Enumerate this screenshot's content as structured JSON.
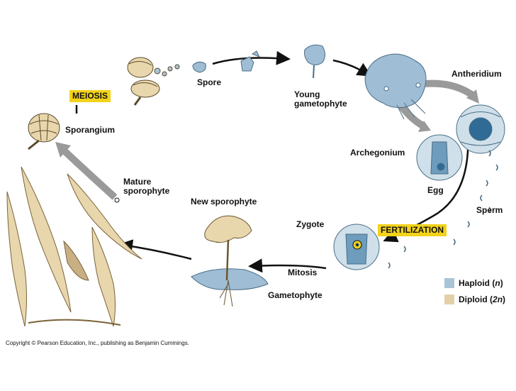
{
  "labels": {
    "meiosis": "MEIOSIS",
    "spore": "Spore",
    "young_gametophyte": "Young\ngametophyte",
    "antheridium": "Antheridium",
    "sporangium": "Sporangium",
    "archegonium": "Archegonium",
    "mature_sporophyte": "Mature\nsporophyte",
    "new_sporophyte": "New sporophyte",
    "egg": "Egg",
    "sperm": "Sperm",
    "zygote": "Zygote",
    "fertilization": "FERTILIZATION",
    "mitosis": "Mitosis",
    "gametophyte": "Gametophyte"
  },
  "legend": {
    "haploid": {
      "label": "Haploid",
      "ploidy": "n",
      "color": "#a9c4d6"
    },
    "diploid": {
      "label": "Diploid",
      "ploidy": "2n",
      "color": "#e3d0a8"
    }
  },
  "colors": {
    "haploid": "#9fbdd4",
    "diploid": "#e8d6ad",
    "tag": "#f3d21a",
    "arrow": "#111111",
    "grey_arrow": "#9a9a9a"
  },
  "copyright": "Copyright © Pearson Education, Inc., publishing as Benjamin Cummings."
}
